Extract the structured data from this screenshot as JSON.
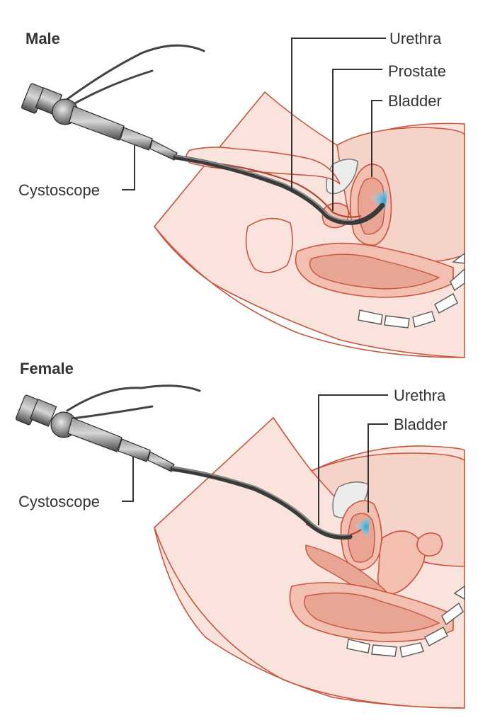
{
  "panels": [
    {
      "title": "Male",
      "labels": {
        "urethra": "Urethra",
        "prostate": "Prostate",
        "bladder": "Bladder",
        "cystoscope": "Cystoscope"
      }
    },
    {
      "title": "Female",
      "labels": {
        "urethra": "Urethra",
        "bladder": "Bladder",
        "cystoscope": "Cystoscope"
      }
    }
  ],
  "colors": {
    "skin": "#f9e3dc",
    "tissue_outline": "#c9553d",
    "organ": "#f2bfb0",
    "scope": "#555555",
    "light": "#49b8e6",
    "text": "#333333"
  }
}
